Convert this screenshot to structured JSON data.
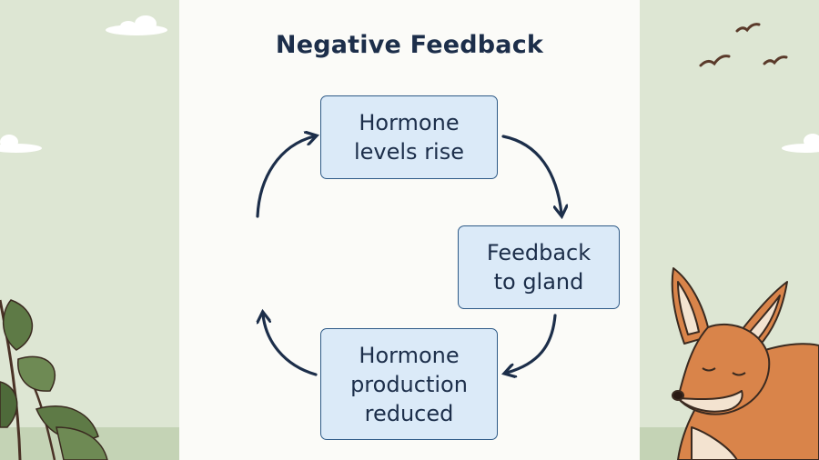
{
  "diagram": {
    "title": "Negative Feedback",
    "nodes": [
      {
        "id": "hormone-levels-rise",
        "label": "Hormone\nlevels rise"
      },
      {
        "id": "feedback-to-gland",
        "label": "Feedback\nto gland"
      },
      {
        "id": "hormone-production-reduced",
        "label": "Hormone\nproduction\nreduced"
      }
    ],
    "edges": [
      {
        "from": "hormone-levels-rise",
        "to": "feedback-to-gland"
      },
      {
        "from": "feedback-to-gland",
        "to": "hormone-production-reduced"
      },
      {
        "from": "hormone-production-reduced",
        "to": "hormone-levels-rise"
      }
    ]
  },
  "colors": {
    "node_fill": "#dbeaf8",
    "node_border": "#2e5a87",
    "arrow": "#1c2e4a",
    "panel": "#fbfbf8",
    "background": "#dde6d3"
  },
  "decor": {
    "fox_icon": "fox-illustration",
    "plant_icon": "leafy-plant",
    "birds_icon": "flying-birds"
  }
}
